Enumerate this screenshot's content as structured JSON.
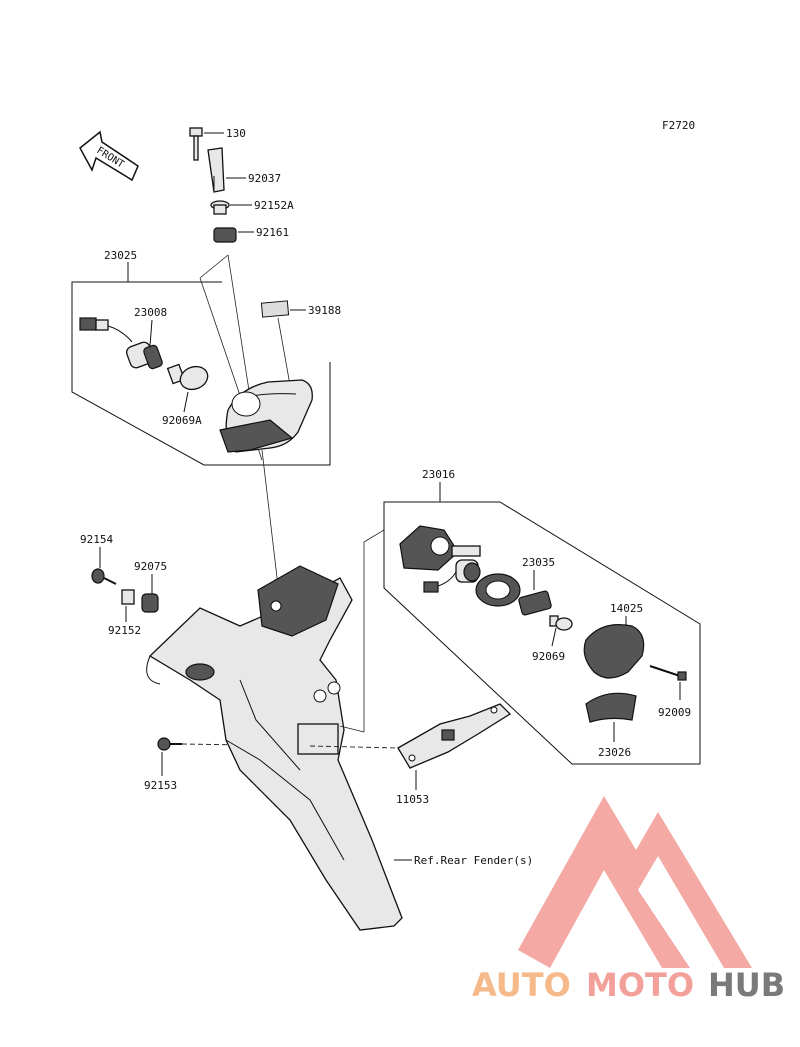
{
  "diagram": {
    "code": "F2720",
    "front_arrow": "FRONT",
    "ref_note": "Ref.Rear Fender(s)"
  },
  "parts": {
    "p130": "130",
    "p92037": "92037",
    "p92152A": "92152A",
    "p92161": "92161",
    "p23025": "23025",
    "p23008": "23008",
    "p39188": "39188",
    "p92069A": "92069A",
    "p23016": "23016",
    "p23035": "23035",
    "p14025": "14025",
    "p92069": "92069",
    "p92009": "92009",
    "p23026": "23026",
    "p92154": "92154",
    "p92075": "92075",
    "p92152": "92152",
    "p92153": "92153",
    "p11053": "11053"
  },
  "watermark": {
    "text_a": "AUTO",
    "text_b": "MOTO",
    "text_c": "HUB",
    "color_a": "#f6b98a",
    "color_b": "#f3a09a",
    "color_c": "#7a7a7a"
  }
}
